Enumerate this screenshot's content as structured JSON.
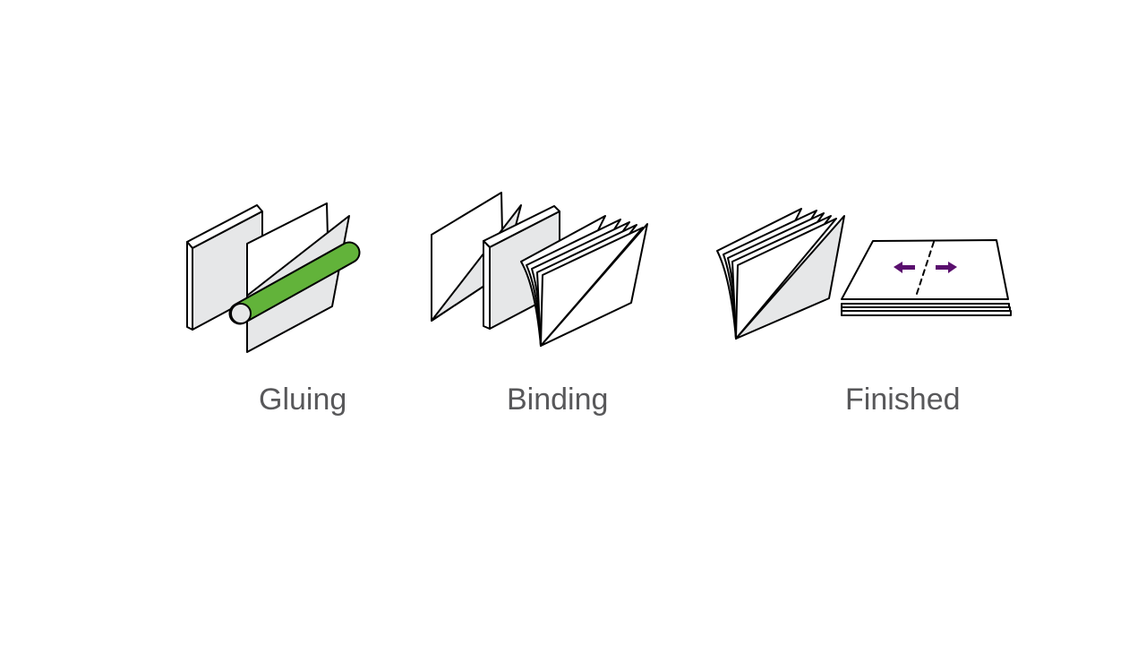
{
  "colors": {
    "outline": "#000000",
    "page_fill": "#e6e7e8",
    "sheet_fill": "#ffffff",
    "glue_roller": "#62b33a",
    "arrow": "#5a0f6e",
    "label_text": "#58585a",
    "background": "#ffffff"
  },
  "steps": [
    {
      "label": "Gluing",
      "icon": "glue-roller-icon"
    },
    {
      "label": "Binding",
      "icon": "binding-pages-icon"
    },
    {
      "label": "Finished",
      "icon": "finished-book-icon"
    }
  ]
}
